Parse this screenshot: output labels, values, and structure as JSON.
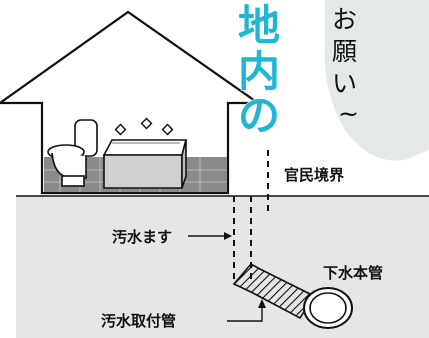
{
  "title_chars": [
    "地",
    "内",
    "の"
  ],
  "bubble_chars": [
    "お",
    "願",
    "い",
    "~"
  ],
  "labels": {
    "boundary": "官民境界",
    "masu": "汚水ます",
    "main": "下水本管",
    "pipe": "汚水取付管"
  },
  "colors": {
    "ground": "#e6e6e6",
    "bubble": "#e3e9e9",
    "title": "#1fb6d4",
    "line": "#111111"
  }
}
